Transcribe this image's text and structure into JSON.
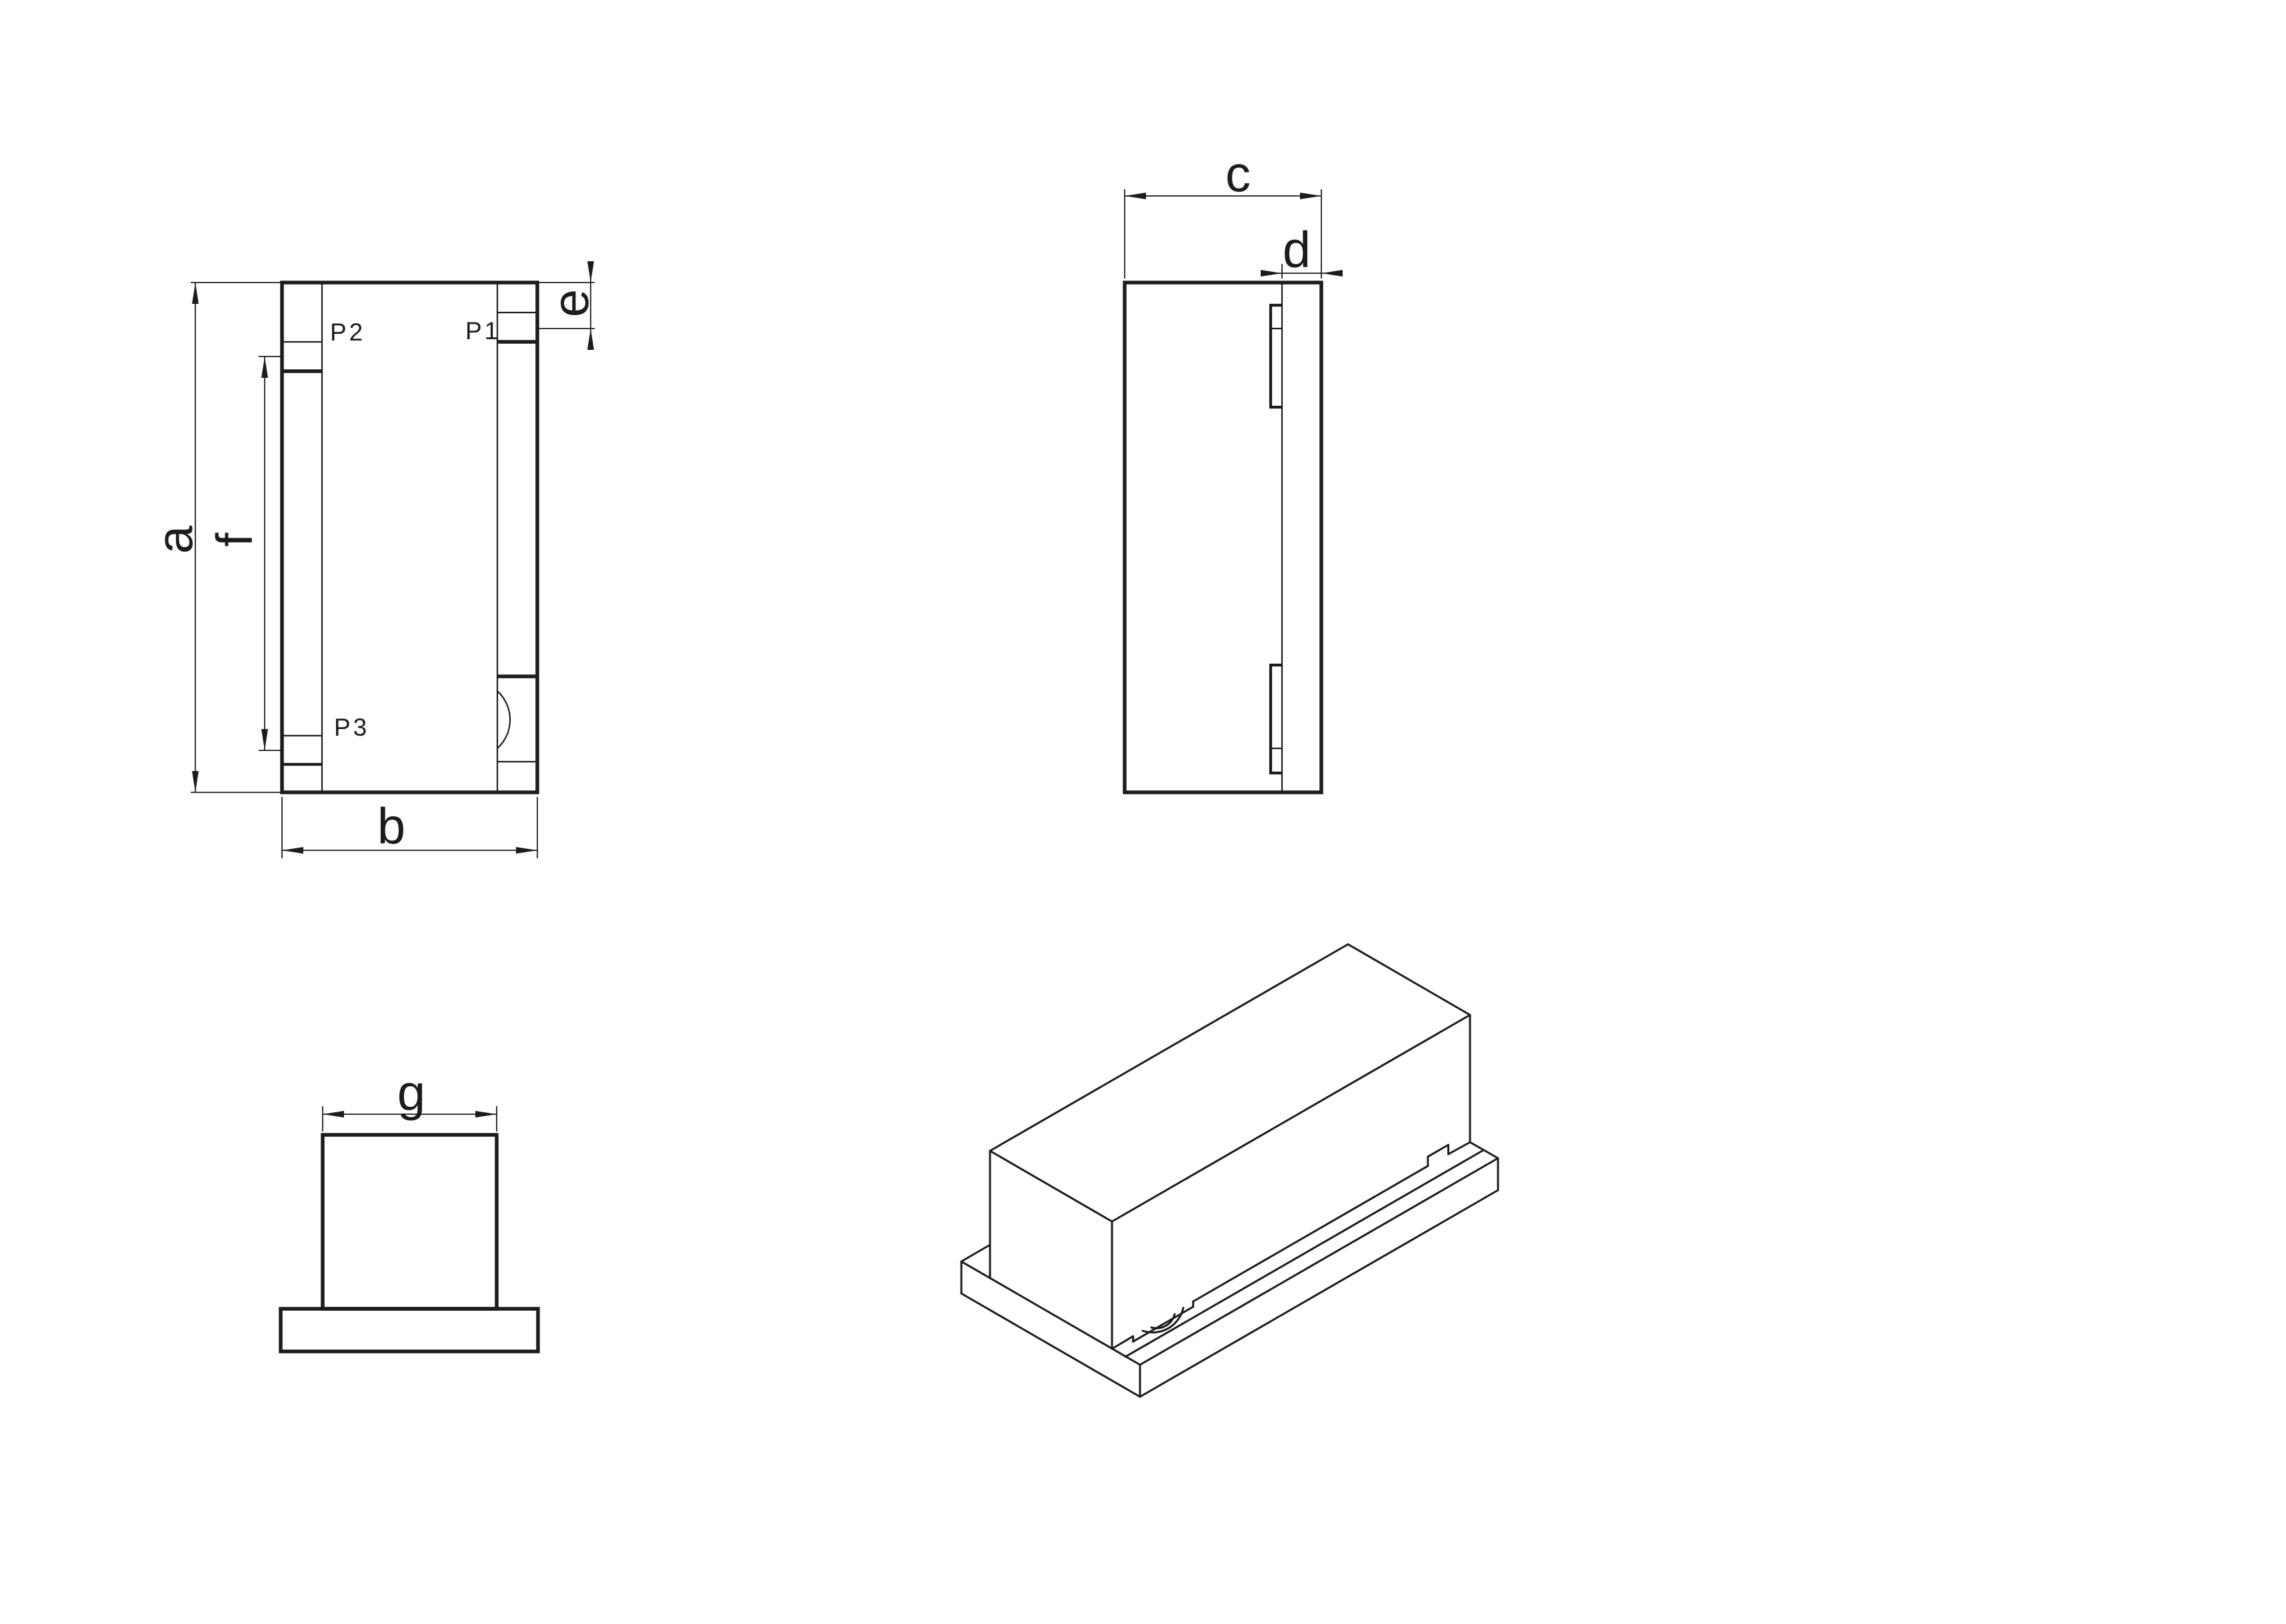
{
  "colors": {
    "background": "#ffffff",
    "line": "#1c1c1e"
  },
  "labels": {
    "a": "a",
    "b": "b",
    "c": "c",
    "d": "d",
    "e": "e",
    "f": "f",
    "g": "g",
    "p1": "P1",
    "p2": "P2",
    "p3": "P3"
  }
}
